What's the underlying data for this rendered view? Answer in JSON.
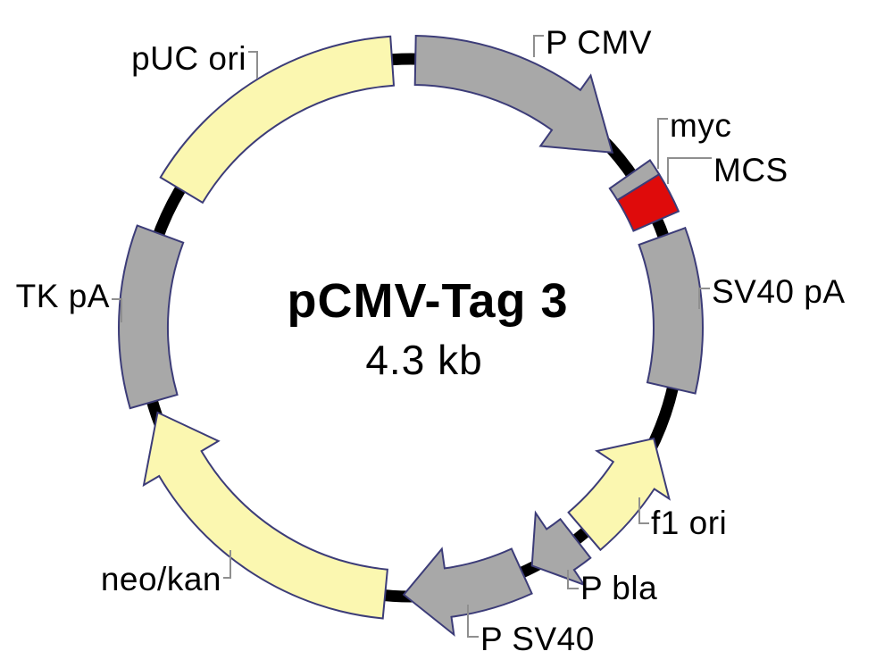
{
  "plasmid": {
    "title": "pCMV-Tag 3",
    "size_label": "4.3 kb",
    "colors": {
      "feature_gray": "#a8a8a8",
      "feature_yellow": "#fbf7b0",
      "mcs_red": "#df0b0b",
      "outline": "#3c3c78",
      "backbone": "#000000",
      "leader": "#8f8f8f",
      "text": "#000000"
    },
    "features": [
      {
        "id": "pcmv",
        "label": "P CMV",
        "type": "arrow",
        "color": "feature_gray",
        "start": 1,
        "head_base": 35.5,
        "tip": 49,
        "direction": "clockwise"
      },
      {
        "id": "myc",
        "label": "myc",
        "type": "block",
        "color": "feature_gray",
        "start": 55,
        "end": 58.3
      },
      {
        "id": "mcs",
        "label": "MCS",
        "type": "block",
        "color": "mcs_red",
        "start": 58.3,
        "end": 66.5
      },
      {
        "id": "sv40pa",
        "label": "SV40 pA",
        "type": "band",
        "color": "feature_gray",
        "start": 70,
        "end": 103
      },
      {
        "id": "f1ori",
        "label": "f1 ori",
        "type": "arrow",
        "color": "feature_yellow",
        "start": 139.5,
        "head_base": 123.5,
        "tip": 114.5,
        "direction": "counterclockwise"
      },
      {
        "id": "pbla",
        "label": "P bla",
        "type": "arrow",
        "color": "feature_gray",
        "start": 142,
        "head_base": 146,
        "tip": 153,
        "direction": "clockwise"
      },
      {
        "id": "psv40",
        "label": "P SV40",
        "type": "arrow",
        "color": "feature_gray",
        "start": 155.5,
        "head_base": 172,
        "tip": 181.5,
        "direction": "clockwise"
      },
      {
        "id": "neokan",
        "label": "neo/kan",
        "type": "arrow",
        "color": "feature_yellow",
        "start": 185.5,
        "head_base": 239.5,
        "tip": 251.5,
        "direction": "clockwise"
      },
      {
        "id": "tkpa",
        "label": "TK pA",
        "type": "band",
        "color": "feature_gray",
        "start": 254,
        "end": 290.5
      },
      {
        "id": "pucori",
        "label": "pUC ori",
        "type": "band",
        "color": "feature_yellow",
        "start": 301,
        "end": 356
      }
    ]
  }
}
